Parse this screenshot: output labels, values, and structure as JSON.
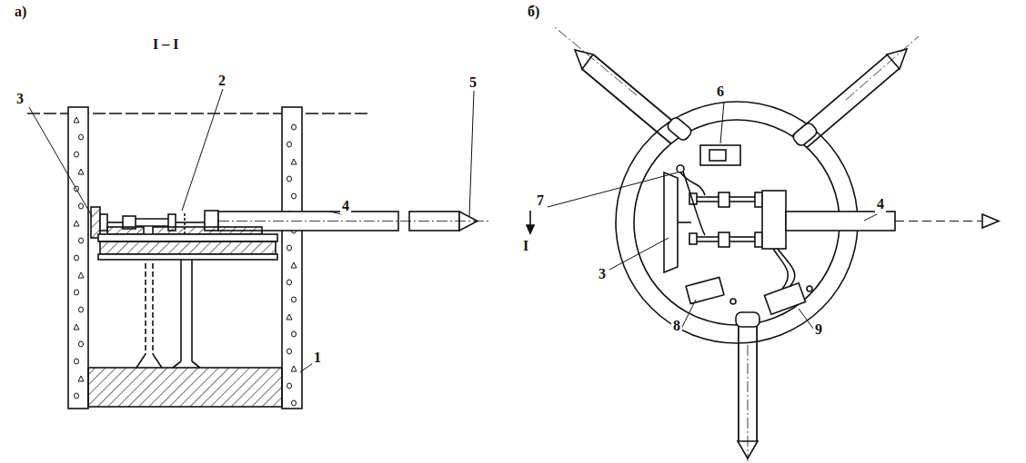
{
  "diagram": {
    "labels": [
      "а)",
      "I – I",
      "2",
      "3",
      "4",
      "5",
      "1",
      "б)",
      "6",
      "7",
      "4",
      "3",
      "8",
      "9",
      "I"
    ]
  }
}
